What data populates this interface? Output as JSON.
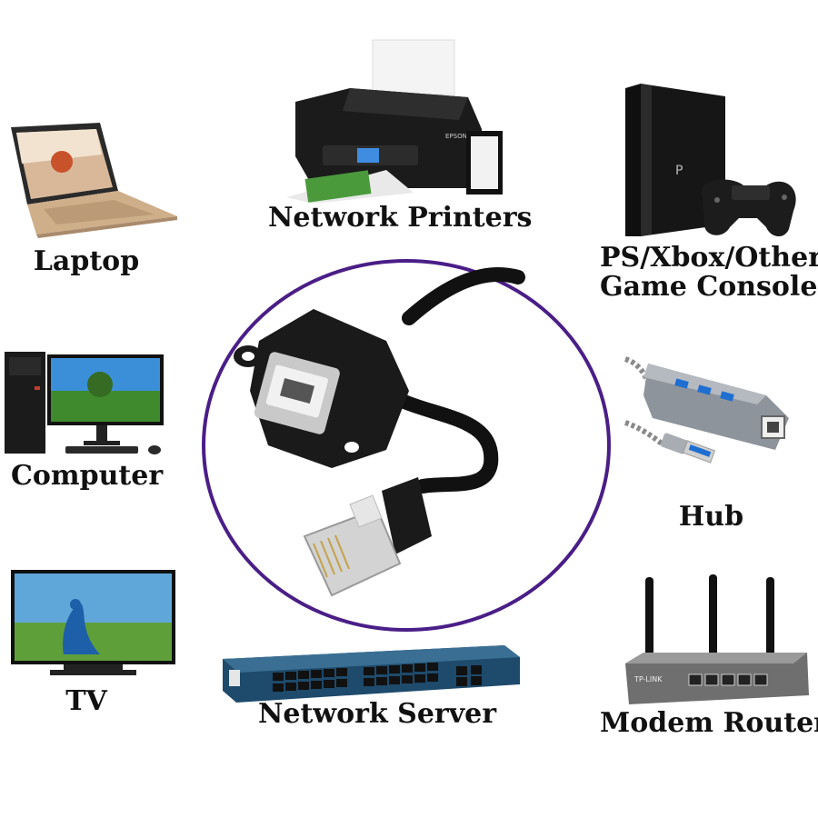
{
  "labels": {
    "laptop": "Laptop",
    "printers": "Network Printers",
    "console_line1": "PS/Xbox/Other",
    "console_line2": "Game Console",
    "computer": "Computer",
    "hub": "Hub",
    "tv": "TV",
    "server": "Network Server",
    "router": "Modem Router"
  },
  "printer_brand": "EPSON",
  "router_brand": "TP-LINK",
  "colors": {
    "circle": "#4a1e87",
    "text": "#111111",
    "cable": "#111111",
    "usb_blue": "#1f6fd1"
  }
}
